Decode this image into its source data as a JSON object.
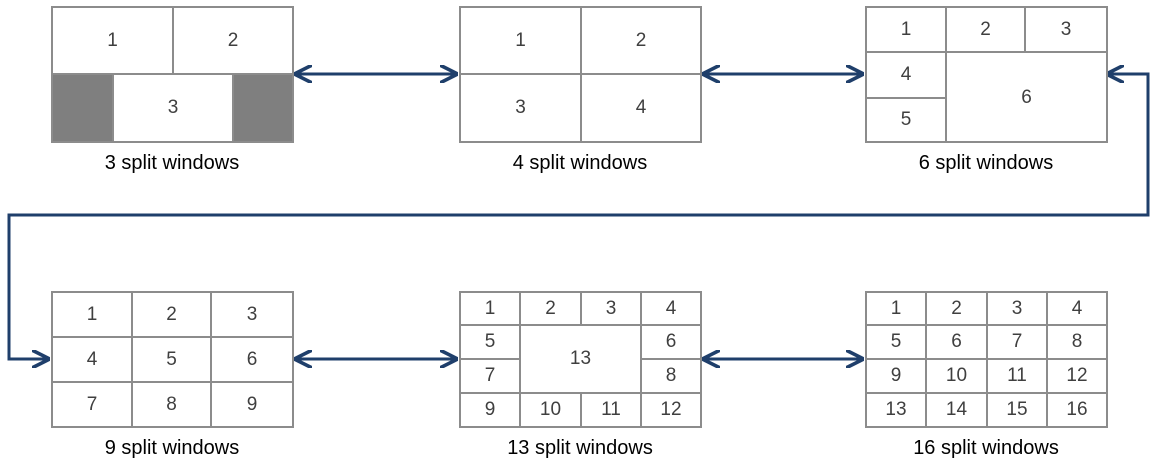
{
  "layouts": [
    {
      "caption": "3 split windows",
      "cells": [
        "1",
        "2",
        "3"
      ]
    },
    {
      "caption": "4 split windows",
      "cells": [
        "1",
        "2",
        "3",
        "4"
      ]
    },
    {
      "caption": "6 split windows",
      "cells": [
        "1",
        "2",
        "3",
        "4",
        "5",
        "6"
      ]
    },
    {
      "caption": "9 split windows",
      "cells": [
        "1",
        "2",
        "3",
        "4",
        "5",
        "6",
        "7",
        "8",
        "9"
      ]
    },
    {
      "caption": "13 split windows",
      "cells": [
        "1",
        "2",
        "3",
        "4",
        "5",
        "6",
        "7",
        "8",
        "9",
        "10",
        "11",
        "12",
        "13"
      ]
    },
    {
      "caption": "16 split windows",
      "cells": [
        "1",
        "2",
        "3",
        "4",
        "5",
        "6",
        "7",
        "8",
        "9",
        "10",
        "11",
        "12",
        "13",
        "14",
        "15",
        "16"
      ]
    }
  ],
  "colors": {
    "arrow": "#1f3f6b",
    "border": "#8c8c8c",
    "filler": "#7f7f7f"
  }
}
